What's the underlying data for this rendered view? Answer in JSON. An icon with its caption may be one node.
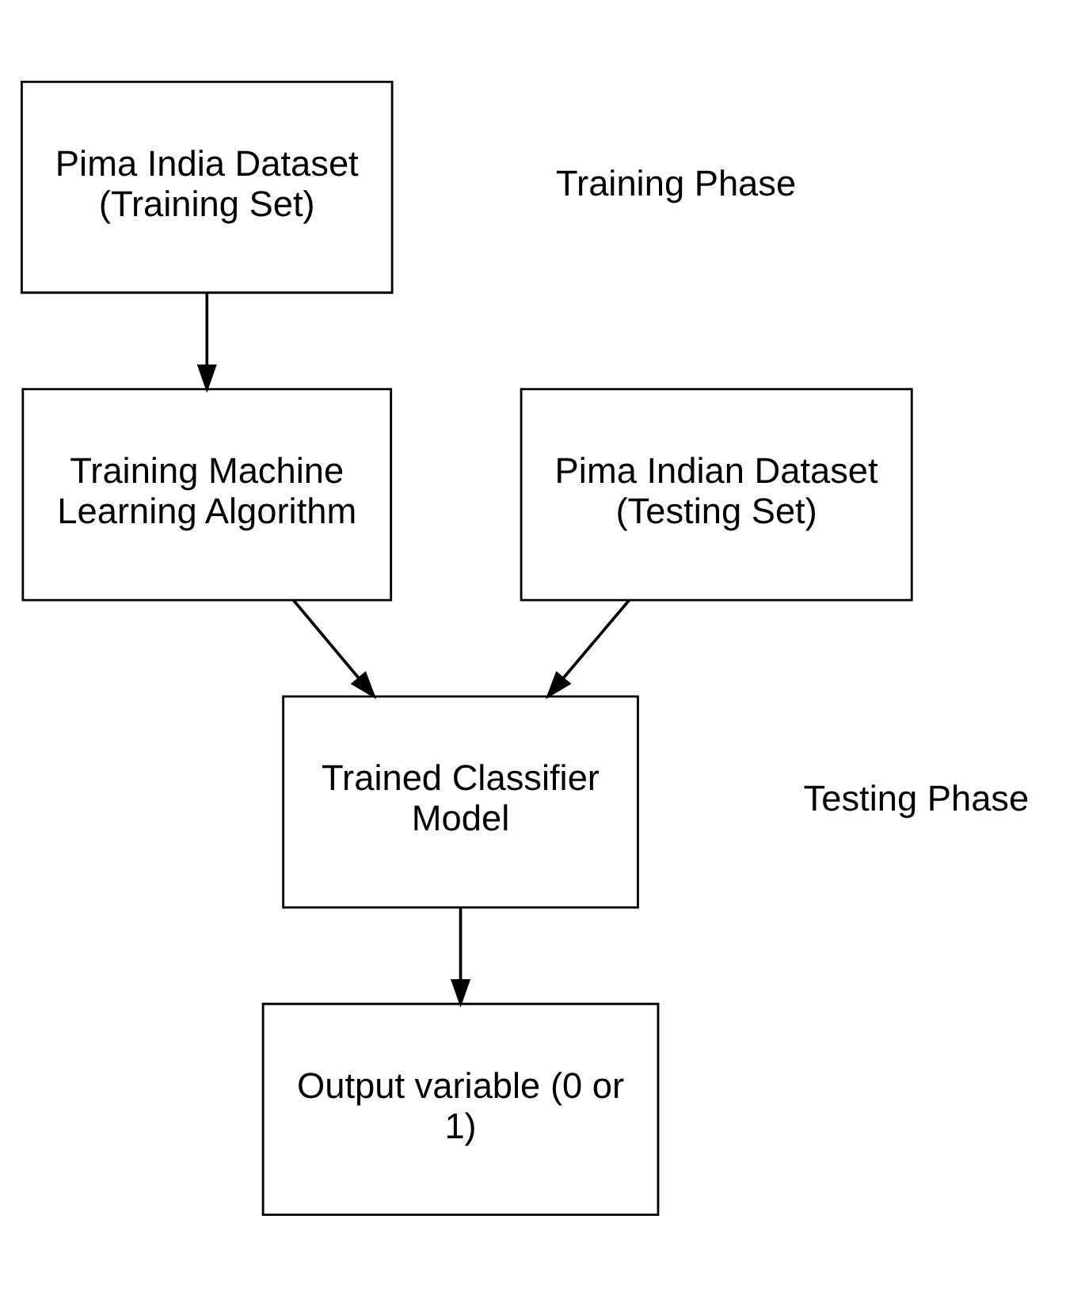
{
  "diagram": {
    "nodes": [
      {
        "text": [
          "Pima India Dataset (Training Set)"
        ]
      },
      {
        "text": [
          "Training Machine Learning Algorithm"
        ]
      },
      {
        "text": [
          "Pima Indian Dataset (Testing Set)"
        ]
      },
      {
        "text": [
          "Trained Classifier Model"
        ]
      },
      {
        "text": [
          "Output variable (0 or 1)"
        ]
      }
    ],
    "edges": [
      {
        "from": 0,
        "to": 1,
        "arrow": "to"
      },
      {
        "from": 1,
        "to": 3,
        "arrow": "to"
      },
      {
        "from": 2,
        "to": 3,
        "arrow": "to"
      },
      {
        "from": 3,
        "to": 4,
        "arrow": "to"
      }
    ],
    "labels": [
      "Training Phase",
      "Testing Phase"
    ]
  }
}
